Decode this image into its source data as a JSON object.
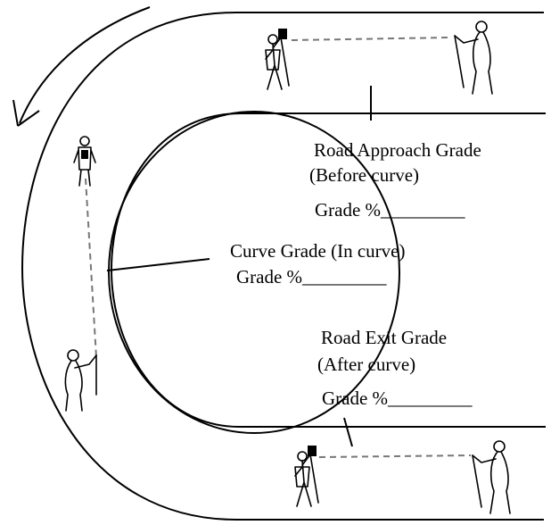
{
  "labels": {
    "approach_title": "Road Approach Grade",
    "approach_sub": "(Before curve)",
    "approach_grade": "Grade %_________",
    "curve_title": "Curve Grade (In curve)",
    "curve_grade": "Grade %_________",
    "exit_title": "Road Exit Grade",
    "exit_sub": "(After curve)",
    "exit_grade": "Grade %_________"
  },
  "icons": {
    "direction": "curved-arrow-icon",
    "surveyor": "surveyor-with-rod-icon",
    "measurer": "person-with-staff-icon"
  }
}
